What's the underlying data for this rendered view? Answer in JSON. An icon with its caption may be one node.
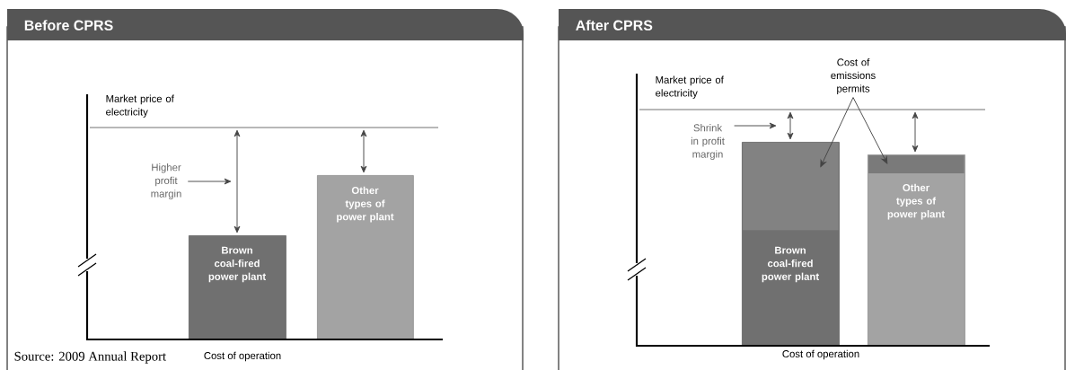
{
  "diagram": {
    "nodes": [
      {
        "text": [
          "Before CPRS"
        ]
      },
      {
        "text": [
          "Higher profit margin"
        ],
        "in": 0
      },
      {
        "text": [
          "Brown coal-fired power plant"
        ],
        "in": 0
      },
      {
        "text": [
          "Other types of power plant"
        ],
        "in": 0
      },
      {
        "text": [
          "After CPRS"
        ]
      },
      {
        "text": [
          "Cost of emissions permits"
        ],
        "in": 4
      },
      {
        "text": [
          "Shrink in profit margin"
        ],
        "in": 4
      },
      {
        "text": [
          "Brown coal-fired power plant"
        ],
        "in": 4
      },
      {
        "text": [],
        "shape": "bar",
        "in": 7
      },
      {
        "text": [
          "Other types of power plant"
        ],
        "in": 4
      },
      {
        "text": [],
        "shape": "bar",
        "in": 9
      }
    ],
    "edges": [
      {
        "from": 1,
        "to": null,
        "arrow": "to"
      },
      {
        "from": 6,
        "to": null,
        "arrow": "to"
      },
      {
        "from": 5,
        "to": 8,
        "arrow": "to"
      },
      {
        "from": 5,
        "to": 10,
        "arrow": "to"
      }
    ],
    "labels": [
      "Market price of electricity",
      "Cost of operation",
      "Source: 2009 Annual Report",
      "Market price of electricity",
      "Cost of operation"
    ]
  }
}
